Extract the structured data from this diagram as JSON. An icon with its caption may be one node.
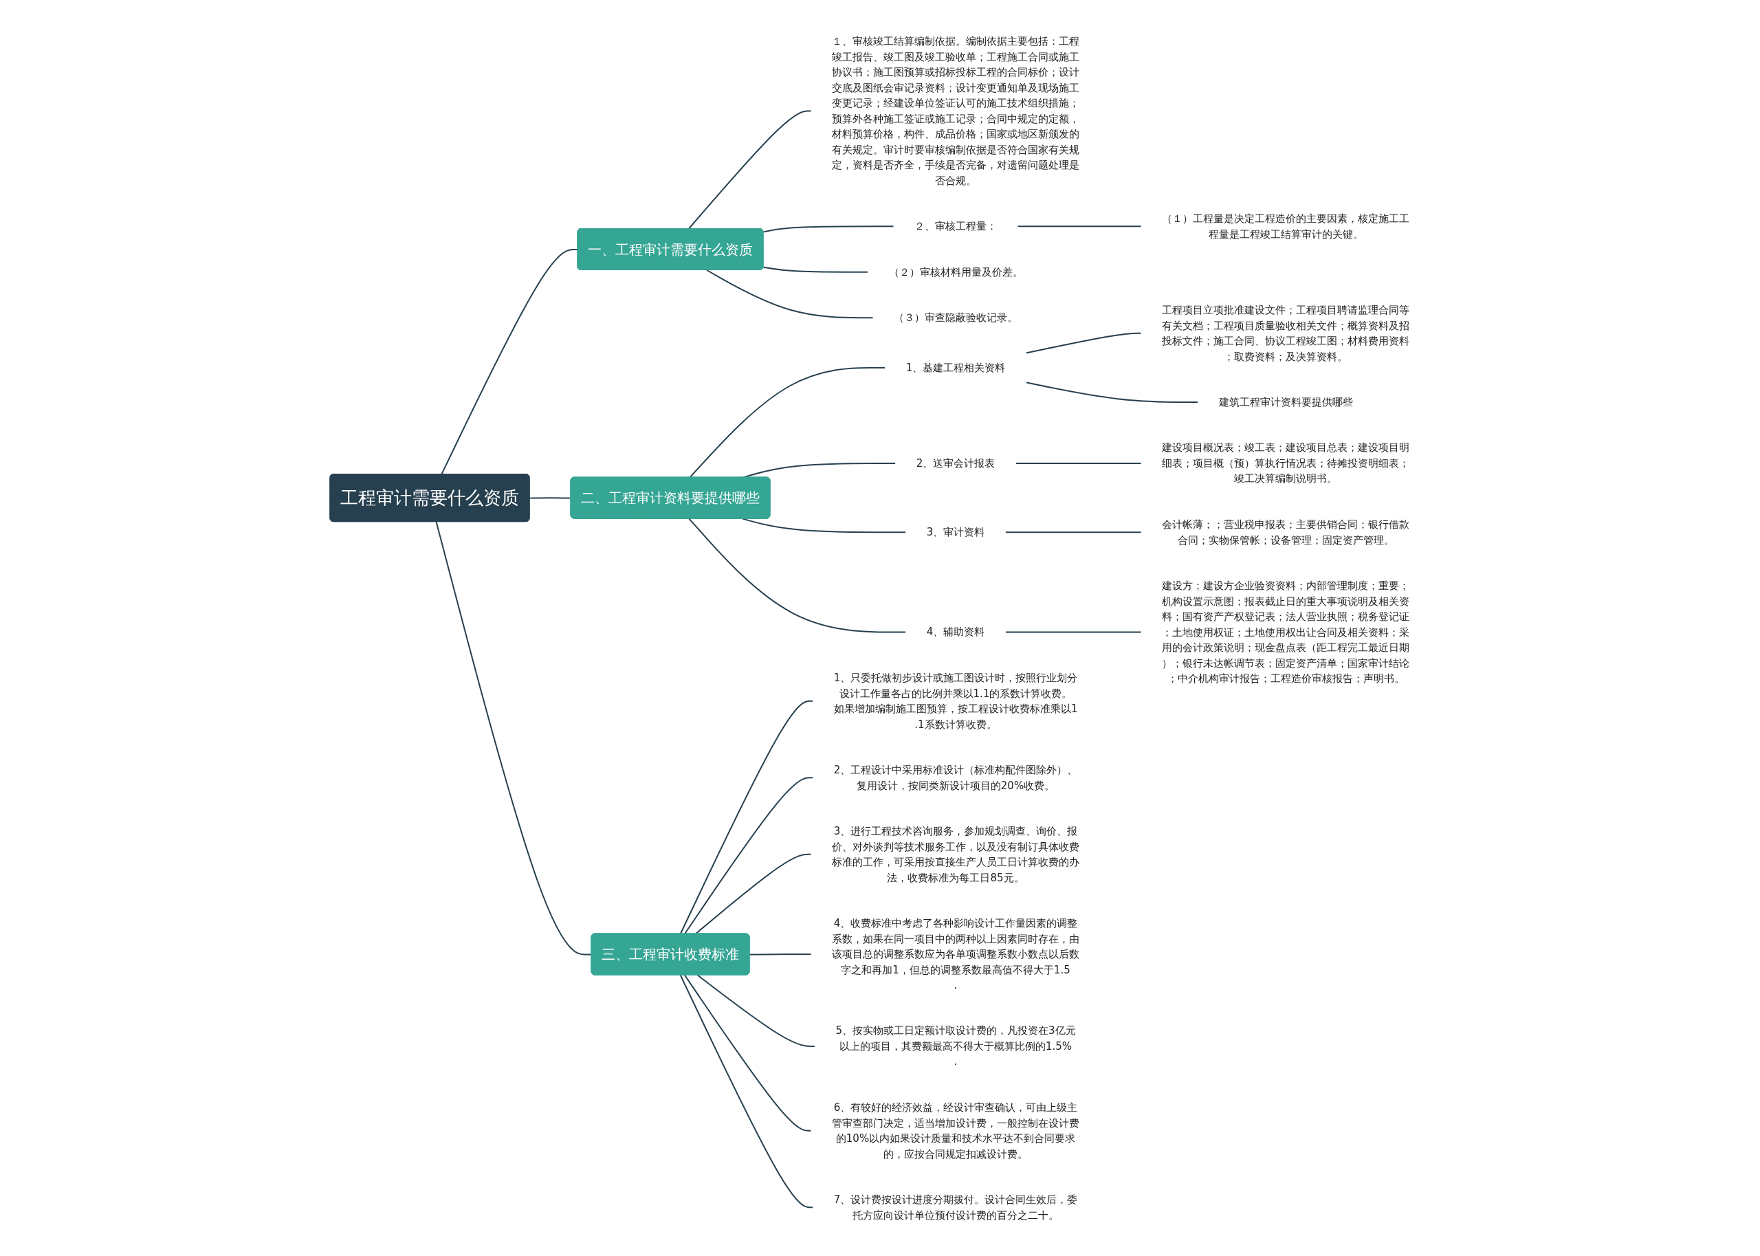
{
  "diagram": {
    "nodes": [
      {
        "text": [
          "工程审计需要什么资质"
        ]
      },
      {
        "text": [
          "一、工程审计需要什么资质"
        ]
      },
      {
        "text": [
          "１、审核竣工结算编制依据。编制依据主要包括：工程竣工报告、竣工图及竣工验收单；工程施工合同或施工协议书；施工图预算或招标投标工程的合同标价；设计交底及图纸会审记录资料；设计变更通知单及现场施工变更记录；经建设单位签证认可的施工技术组织措施；预算外各种施工签证或施工记录；合同中规定的定额，材料预算价格，构件、成品价格；国家或地区新颁发的有关规定。审计时要审核编制依据是否符合国家有关规定，资料是否齐全，手续是否完备，对遗留问题处理是否合规。"
        ]
      },
      {
        "text": [
          "２、审核工程量："
        ]
      },
      {
        "text": [
          "（１）工程量是决定工程造价的主要因素，核定施工工程量是工程竣工结算审计的关键。"
        ]
      },
      {
        "text": [
          "（２）审核材料用量及价差。"
        ]
      },
      {
        "text": [
          "（３）审查隐蔽验收记录。"
        ]
      },
      {
        "text": [
          "二、工程审计资料要提供哪些"
        ]
      },
      {
        "text": [
          "1、基建工程相关资料"
        ]
      },
      {
        "text": [
          "工程项目立项批准建设文件；工程项目聘请监理合同等有关文档；工程项目质量验收相关文件；概算资料及招投标文件；施工合同、协议工程竣工图；材料费用资料；取费资料；及决算资料。"
        ]
      },
      {
        "text": [
          "建筑工程审计资料要提供哪些"
        ]
      },
      {
        "text": [
          "2、送审会计报表"
        ]
      },
      {
        "text": [
          "建设项目概况表；竣工表；建设项目总表；建设项目明细表；项目概（预）算执行情况表；待摊投资明细表；竣工决算编制说明书。"
        ]
      },
      {
        "text": [
          "3、审计资料"
        ]
      },
      {
        "text": [
          "会计帐薄；；营业税申报表；主要供销合同；银行借款合同；实物保管帐；设备管理；固定资产管理。"
        ]
      },
      {
        "text": [
          "4、辅助资料"
        ]
      },
      {
        "text": [
          "建设方；建设方企业验资资料；内部管理制度；重要；机构设置示意图；报表截止日的重大事项说明及相关资料；国有资产产权登记表；法人营业执照；税务登记证；土地使用权证；土地使用权出让合同及相关资料；采用的会计政策说明；现金盘点表（距工程完工最近日期）；银行未达帐调节表；固定资产清单；国家审计结论；中介机构审计报告；工程造价审核报告；声明书。"
        ]
      },
      {
        "text": [
          "三、工程审计收费标准"
        ]
      },
      {
        "text": [
          "1、只委托做初步设计或施工图设计时，按照行业划分设计工作量各占的比例并乘以1.1的系数计算收费。如果增加编制施工图预算，按工程设计收费标准乘以1.1系数计算收费。"
        ]
      },
      {
        "text": [
          "2、工程设计中采用标准设计（标准构配件图除外）、复用设计，按同类新设计项目的20%收费。"
        ]
      },
      {
        "text": [
          "3、进行工程技术咨询服务，参加规划调查、询价、报价、对外谈判等技术服务工作，以及没有制订具体收费标准的工作，可采用按直接生产人员工日计算收费的办法，收费标准为每工日85元。"
        ]
      },
      {
        "text": [
          "4、收费标准中考虑了各种影响设计工作量因素的调整系数，如果在同一项目中的两种以上因素同时存在，由该项目总的调整系数应为各单项调整系数小数点以后数字之和再加1，但总的调整系数最高值不得大于1.5."
        ]
      },
      {
        "text": [
          "5、按实物或工日定额计取设计费的，凡投资在3亿元以上的项目，其费额最高不得大于概算比例的1.5%."
        ]
      },
      {
        "text": [
          "6、有较好的经济效益，经设计审查确认，可由上级主管审查部门决定，适当增加设计费，一般控制在设计费的10%以内如果设计质量和技术水平达不到合同要求的，应按合同规定扣减设计费。"
        ]
      },
      {
        "text": [
          "7、设计费按设计进度分期拨付。设计合同生效后，委托方应向设计单位预付设计费的百分之二十。"
        ]
      }
    ],
    "edges": [
      {
        "from": 0,
        "to": 1,
        "arrow": "none"
      },
      {
        "from": 1,
        "to": 2,
        "arrow": "none"
      },
      {
        "from": 1,
        "to": 3,
        "arrow": "none"
      },
      {
        "from": 3,
        "to": 4,
        "arrow": "none"
      },
      {
        "from": 1,
        "to": 5,
        "arrow": "none"
      },
      {
        "from": 1,
        "to": 6,
        "arrow": "none"
      },
      {
        "from": 0,
        "to": 7,
        "arrow": "none"
      },
      {
        "from": 7,
        "to": 8,
        "arrow": "none"
      },
      {
        "from": 8,
        "to": 9,
        "arrow": "none"
      },
      {
        "from": 8,
        "to": 10,
        "arrow": "none"
      },
      {
        "from": 7,
        "to": 11,
        "arrow": "none"
      },
      {
        "from": 11,
        "to": 12,
        "arrow": "none"
      },
      {
        "from": 7,
        "to": 13,
        "arrow": "none"
      },
      {
        "from": 13,
        "to": 14,
        "arrow": "none"
      },
      {
        "from": 7,
        "to": 15,
        "arrow": "none"
      },
      {
        "from": 15,
        "to": 16,
        "arrow": "none"
      },
      {
        "from": 0,
        "to": 17,
        "arrow": "none"
      },
      {
        "from": 17,
        "to": 18,
        "arrow": "none"
      },
      {
        "from": 17,
        "to": 19,
        "arrow": "none"
      },
      {
        "from": 17,
        "to": 20,
        "arrow": "none"
      },
      {
        "from": 17,
        "to": 21,
        "arrow": "none"
      },
      {
        "from": 17,
        "to": 22,
        "arrow": "none"
      },
      {
        "from": 17,
        "to": 23,
        "arrow": "none"
      },
      {
        "from": 17,
        "to": 24,
        "arrow": "none"
      }
    ]
  }
}
